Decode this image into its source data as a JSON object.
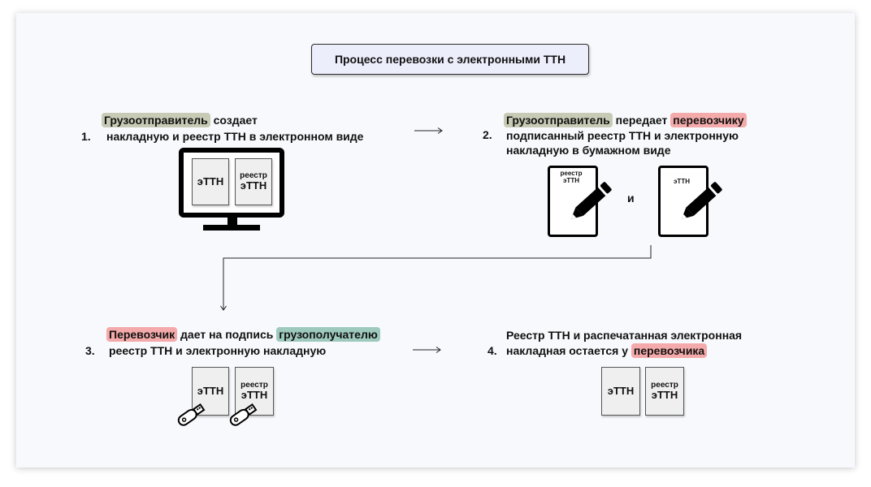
{
  "title": "Процесс перевозки с электронными ТТН",
  "steps": [
    {
      "number": "1.",
      "line1_hl": "Грузоотправитель",
      "line1_rest": " создает",
      "line2": "накладную и реестр ТТН в электронном виде",
      "docs": {
        "doc_a": "эТТН",
        "doc_b_l1": "реестр",
        "doc_b_l2": "эТТН"
      }
    },
    {
      "number": "2.",
      "line1_hl1": "Грузоотправитель",
      "line1_mid": " передает ",
      "line1_hl2": "перевозчику",
      "line2": "подписанный реестр ТТН и  электронную",
      "line3": "накладную в бумажном виде",
      "sig_a_l1": "реестр",
      "sig_a_l2": "эТТН",
      "and_label": "и",
      "sig_b": "эТТН"
    },
    {
      "number": "3.",
      "line1_hl1": "Перевозчик",
      "line1_mid": " дает на подпись ",
      "line1_hl2": "грузополучателю",
      "line2": "реестр ТТН и электронную накладную",
      "docs": {
        "doc_a": "эТТН",
        "doc_b_l1": "реестр",
        "doc_b_l2": "эТТН"
      }
    },
    {
      "number": "4.",
      "line1": "Реестр ТТН и распечатанная электронная",
      "line2_pre": "накладная остается у ",
      "line2_hl": "перевозчика",
      "docs": {
        "doc_a": "эТТН",
        "doc_b_l1": "реестр",
        "doc_b_l2": "эТТН"
      }
    }
  ],
  "colors": {
    "highlight_shipper": "#c7cbb6",
    "highlight_carrier": "#f4aaaa",
    "highlight_consignee": "#9ec9bd",
    "title_bg": "#eceefc"
  },
  "icons": [
    "monitor-icon",
    "pencil-icon",
    "usb-key-icon",
    "arrow-icon"
  ]
}
